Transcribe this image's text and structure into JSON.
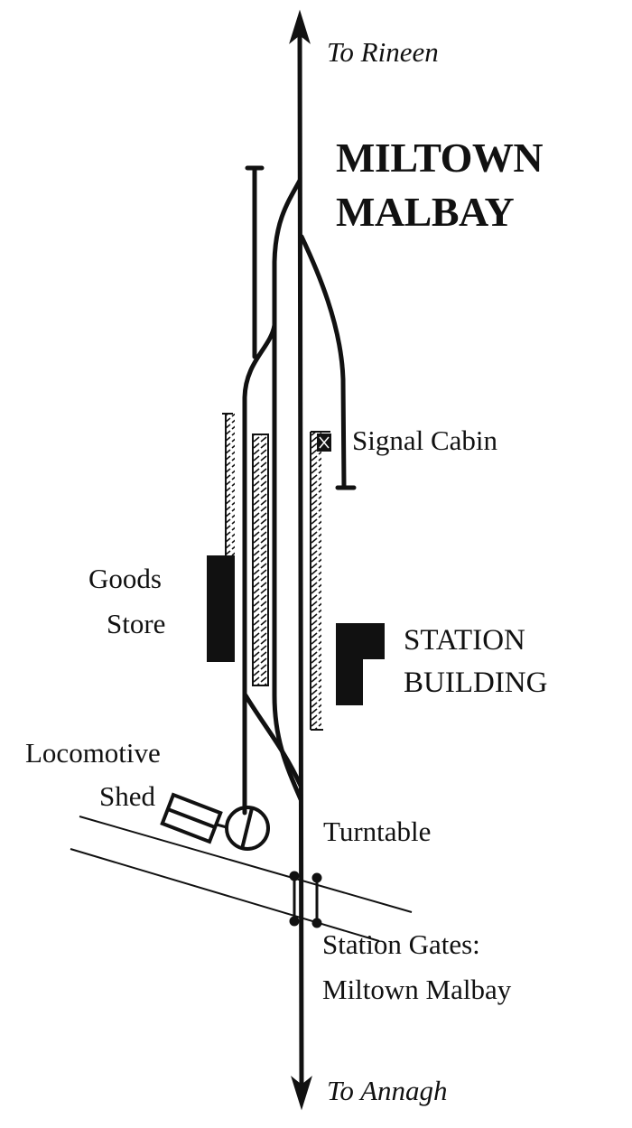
{
  "title": {
    "line1": "MILTOWN",
    "line2": "MALBAY"
  },
  "directions": {
    "north": "To Rineen",
    "south": "To Annagh"
  },
  "labels": {
    "signal_cabin": "Signal Cabin",
    "goods_store": {
      "line1": "Goods",
      "line2": "Store"
    },
    "station_building": {
      "line1": "STATION",
      "line2": "BUILDING"
    },
    "locomotive_shed": {
      "line1": "Locomotive",
      "line2": "Shed"
    },
    "turntable": "Turntable",
    "station_gates": {
      "line1": "Station Gates:",
      "line2": "Miltown Malbay"
    }
  },
  "colors": {
    "ink": "#111111",
    "paper": "#ffffff"
  }
}
